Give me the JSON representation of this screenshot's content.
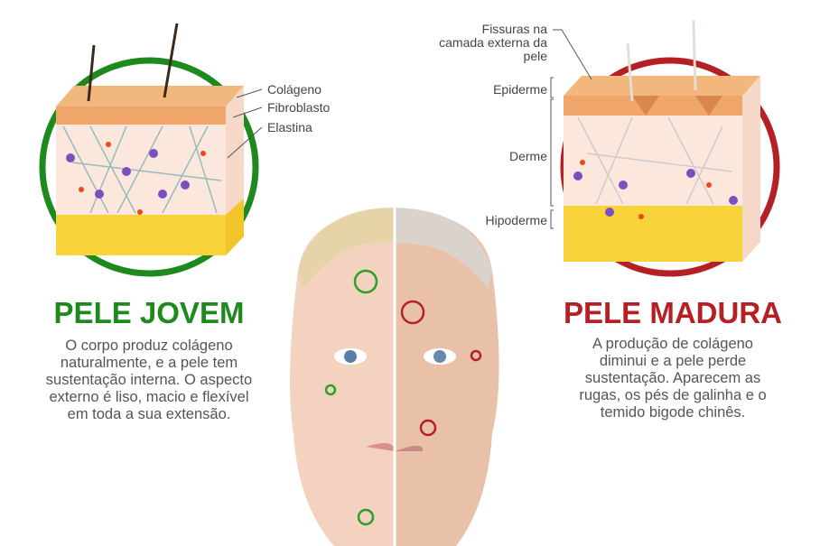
{
  "young": {
    "title": "PELE JOVEM",
    "description": "O corpo produz colágeno naturalmente, e a pele tem sustentação interna. O aspecto externo é liso, macio e flexível em toda a sua extensão.",
    "labels": [
      "Colágeno",
      "Fibroblasto",
      "Elastina"
    ],
    "color": "#1e8a1e"
  },
  "mature": {
    "title": "PELE MADURA",
    "description": "A produção de colágeno diminui e a pele perde sustentação. Aparecem as rugas, os pés de galinha e o temido bigode chinês.",
    "labels": {
      "cracks": "Fissuras na camada externa da pele",
      "epidermis": "Epiderme",
      "dermis": "Derme",
      "hypodermis": "Hipoderme"
    },
    "color": "#b52025"
  }
}
